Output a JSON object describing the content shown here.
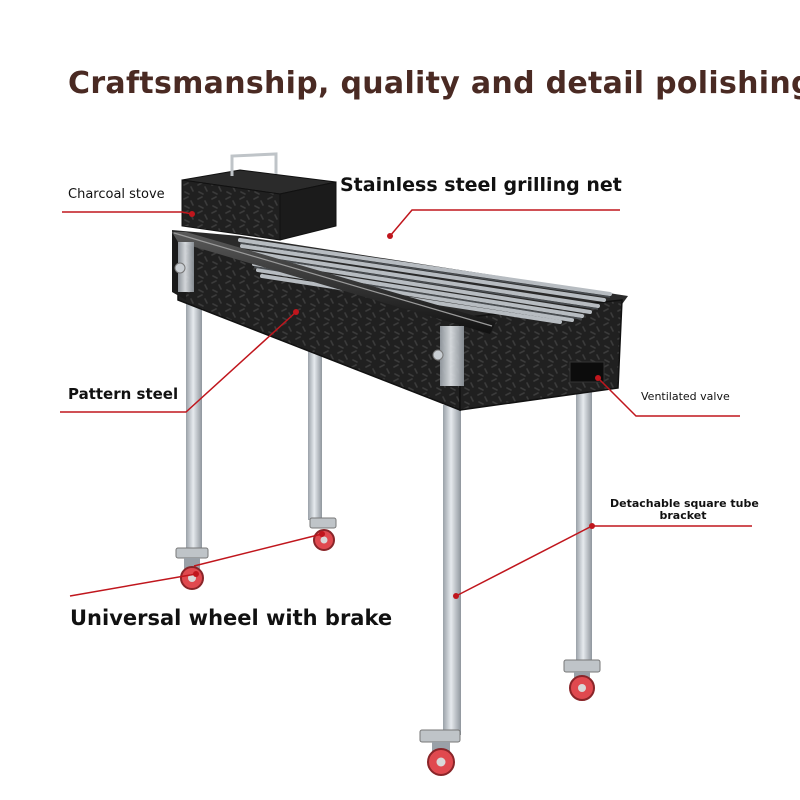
{
  "heading": "Craftsmanship, quality and detail polishing",
  "callouts": {
    "charcoal_stove": "Charcoal stove",
    "grilling_net": "Stainless steel grilling net",
    "pattern_steel": "Pattern steel",
    "ventilated_valve": "Ventilated valve",
    "bracket_line1": "Detachable square tube",
    "bracket_line2": "bracket",
    "wheel": "Universal wheel with brake"
  },
  "colors": {
    "heading": "#4a2a23",
    "leader_line": "#c0161d",
    "grill_body": "#1c1c1c",
    "leg_steel": "#c9ced3",
    "wheel": "#e0494f"
  }
}
